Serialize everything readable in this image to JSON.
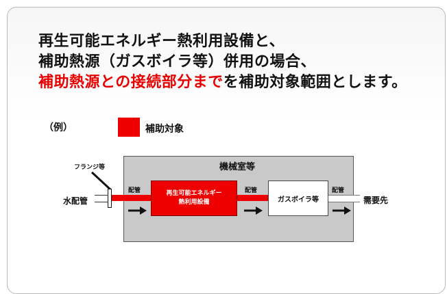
{
  "heading": {
    "line1": "再生可能エネルギー熱利用設備と、",
    "line2": "補助熱源（ガスボイラ等）併用の場合、",
    "line3_red": "補助熱源との接続部分まで",
    "line3_rest": "を補助対象範囲とします。"
  },
  "legend": {
    "example": "（例）",
    "swatch_color": "#ee0000",
    "label": "補助対象"
  },
  "diagram": {
    "room_label": "機械室等",
    "flange_label": "フランジ等",
    "water_pipe_label": "水配管",
    "pipe_label_1": "配管",
    "pipe_label_2": "配管",
    "pipe_label_3": "配管",
    "renewable_box_line1": "再生可能エネルギー",
    "renewable_box_line2": "熱利用設備",
    "boiler_label": "ガスボイラ等",
    "demand_label": "需要先"
  }
}
